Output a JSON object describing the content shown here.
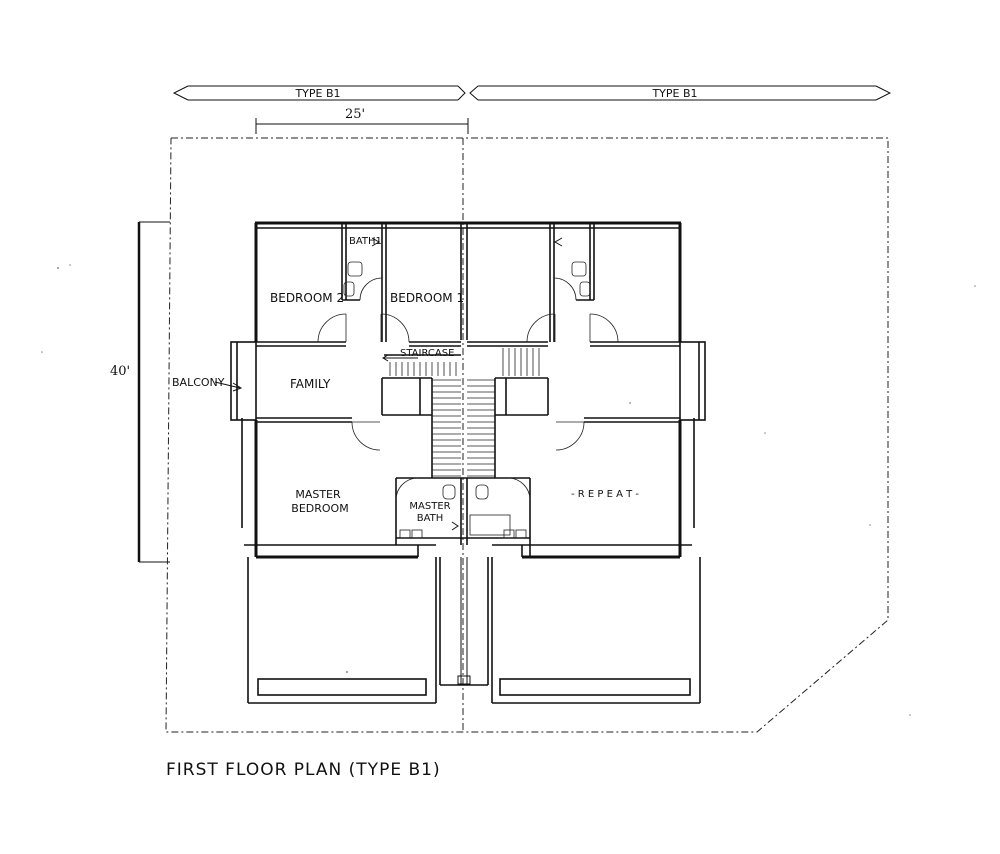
{
  "labels": {
    "type_left": "TYPE B1",
    "type_right": "TYPE B1",
    "width_dim": "25'",
    "depth_dim": "40'",
    "bath1": "BATH1",
    "bedroom2": "BEDROOM 2",
    "bedroom1": "BEDROOM 1",
    "staircase": "STAIRCASE",
    "balcony": "BALCONY",
    "family": "FAMILY",
    "master_bedroom_l1": "MASTER",
    "master_bedroom_l2": "BEDROOM",
    "master_bath_l1": "MASTER",
    "master_bath_l2": "BATH",
    "repeat": "- R E P E A T -"
  },
  "caption": "FIRST FLOOR PLAN (TYPE B1)"
}
